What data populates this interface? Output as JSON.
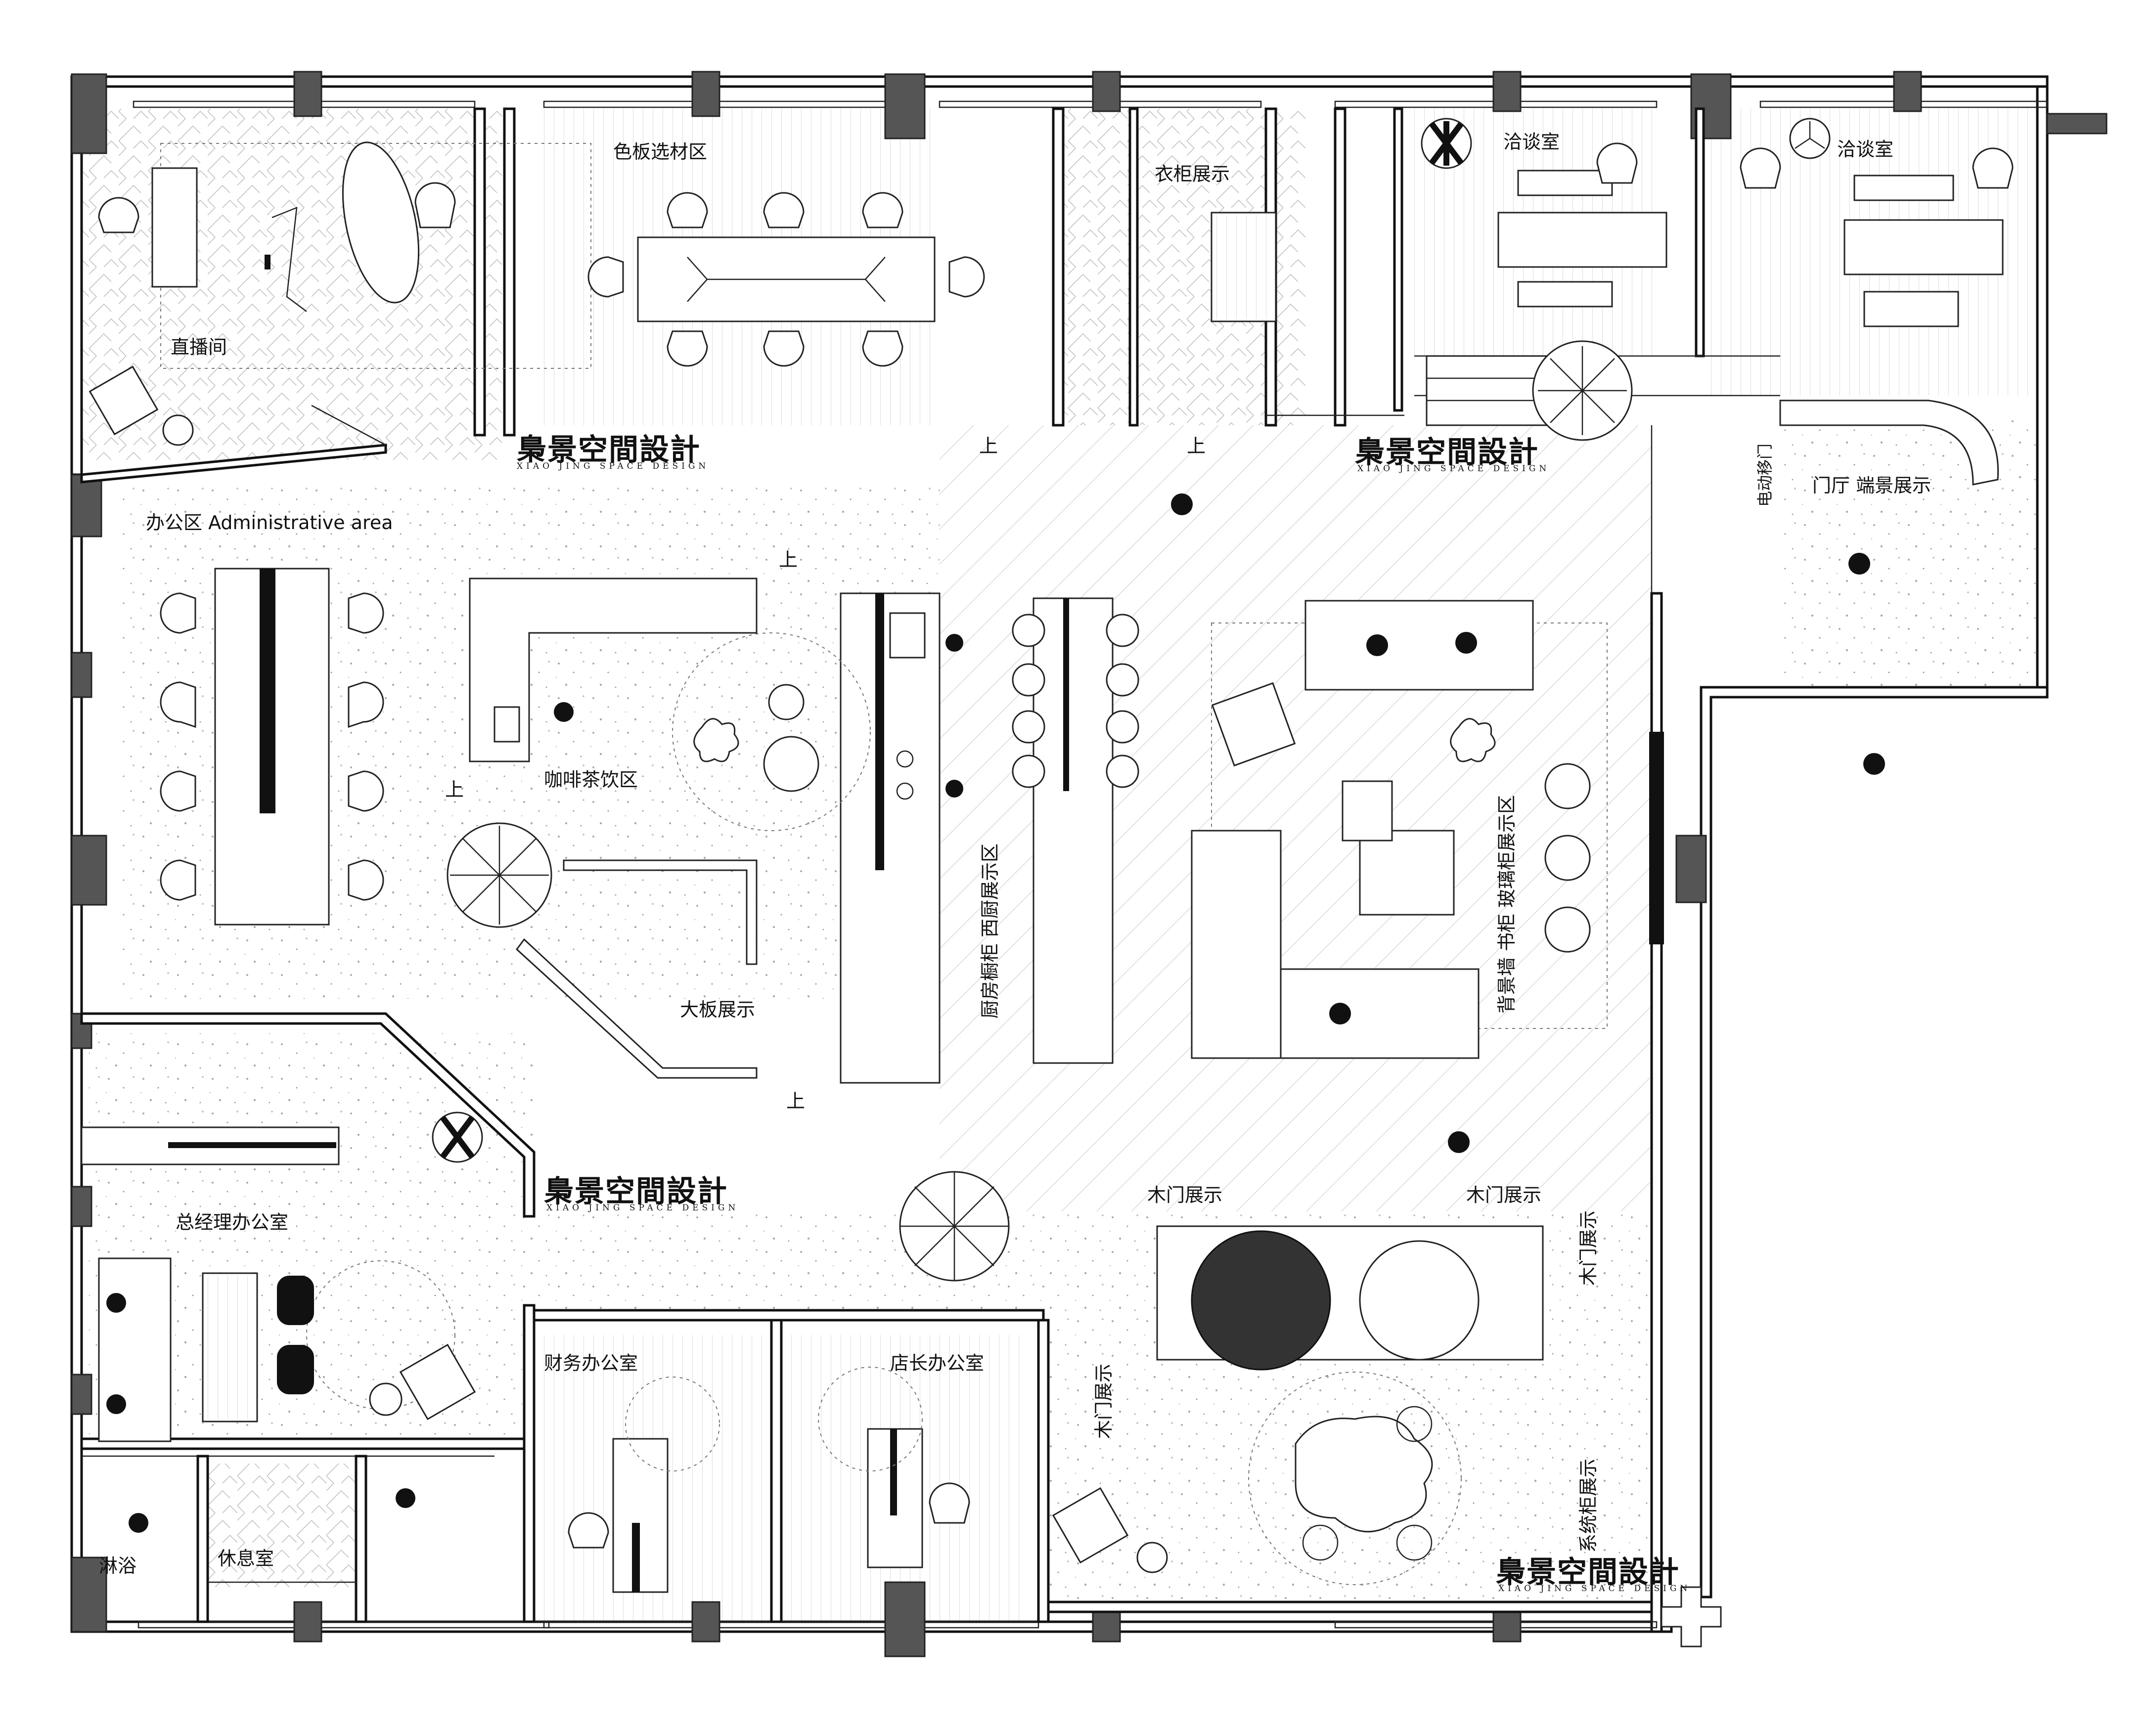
{
  "brand": {
    "name": "梟景空間設計",
    "subtitle": "XIAO JING SPACE DESIGN"
  },
  "rooms": {
    "live_room": "直播间",
    "swatch_area": "色板选材区",
    "wardrobe": "衣柜展示",
    "negotiation_1": "洽谈室",
    "negotiation_2": "洽谈室",
    "office_area": "办公区 Administrative area",
    "coffee_area": "咖啡茶饮区",
    "kitchen": "厨房橱柜  西厨展示区",
    "large_board": "大板展示",
    "showcase": "背景墙   书柜   玻璃柜展示区",
    "electric_door": "电动移门",
    "lobby": "门厅  端景展示",
    "gm_office": "总经理办公室",
    "finance_office": "财务办公室",
    "manager_office": "店长办公室",
    "wood_door_1": "木门展示",
    "wood_door_2": "木门展示",
    "wood_door_3": "木门展示",
    "wood_door_4": "木门展示",
    "system_cabinet": "系统柜展示",
    "shower": "淋浴",
    "rest_room": "休息室"
  },
  "markers": {
    "up": "上"
  },
  "colors": {
    "wall": "#111111",
    "column": "#555555",
    "floor_pattern": "#aaaaaa",
    "background": "#ffffff"
  }
}
